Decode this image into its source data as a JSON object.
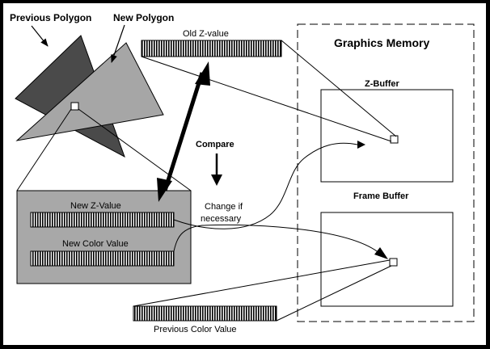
{
  "labels": {
    "previous_polygon": "Previous Polygon",
    "new_polygon": "New Polygon",
    "old_z_value": "Old Z-value",
    "graphics_memory": "Graphics Memory",
    "z_buffer": "Z-Buffer",
    "frame_buffer": "Frame Buffer",
    "compare": "Compare",
    "change_if_1": "Change if",
    "change_if_2": "necessary",
    "new_z_value": "New Z-Value",
    "new_color_value": "New Color Value",
    "previous_color_value": "Previous Color Value"
  },
  "colors": {
    "background": "#ffffff",
    "previous_polygon": "#4a4a4a",
    "new_polygon": "#a6a6a6",
    "value_panel": "#a8a8a8",
    "ink": "#000000"
  }
}
